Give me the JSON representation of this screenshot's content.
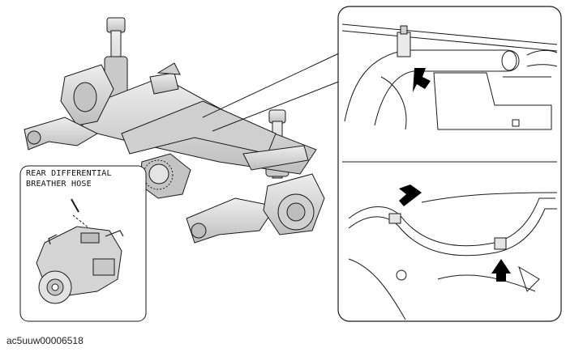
{
  "callout": {
    "line1": "REAR DIFFERENTIAL",
    "line2": "BREATHER HOSE"
  },
  "figure_code": "ac5uuw00006518",
  "colors": {
    "line": "#1a1a1a",
    "part_fill": "#d9d9d9",
    "part_shade": "#b8b8b8",
    "arrow": "#000000",
    "background": "#ffffff"
  }
}
